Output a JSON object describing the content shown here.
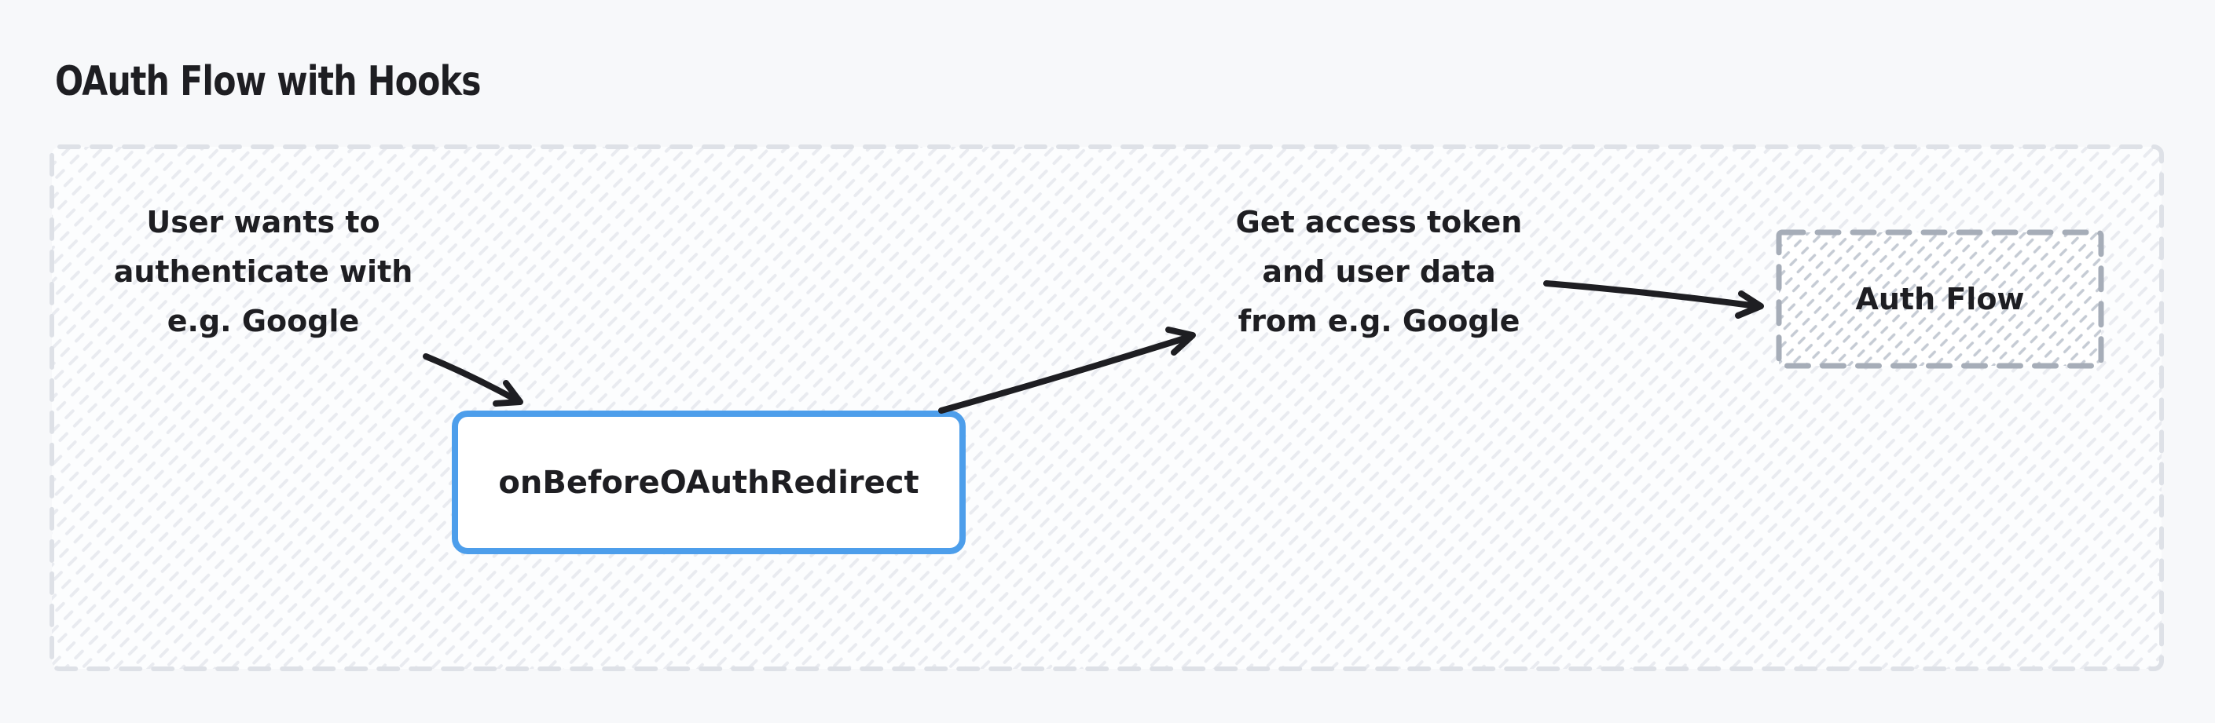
{
  "title": "OAuth Flow with Hooks",
  "diagram": {
    "note_left": {
      "lines": {
        "0": "User wants to",
        "1": "authenticate with",
        "2": "e.g. Google"
      }
    },
    "hook_node": {
      "label": "onBeforeOAuthRedirect"
    },
    "note_right": {
      "lines": {
        "0": "Get access token",
        "1": "and user data",
        "2": "from e.g. Google"
      }
    },
    "auth_flow_node": {
      "label": "Auth Flow"
    },
    "arrows": [
      {
        "from": "note-left",
        "to": "hook-node"
      },
      {
        "from": "hook-node",
        "to": "note-right"
      },
      {
        "from": "note-right",
        "to": "auth-flow-node"
      }
    ]
  },
  "colors": {
    "page_bg": "#f7f8fa",
    "ink": "#1e1e22",
    "accent_blue": "#4d9eeb",
    "frame_border": "#dee1e7",
    "frame_hatch": "#e9ebf0",
    "authbox_border": "#a6adb8",
    "authbox_hatch": "#c5cbd4"
  }
}
